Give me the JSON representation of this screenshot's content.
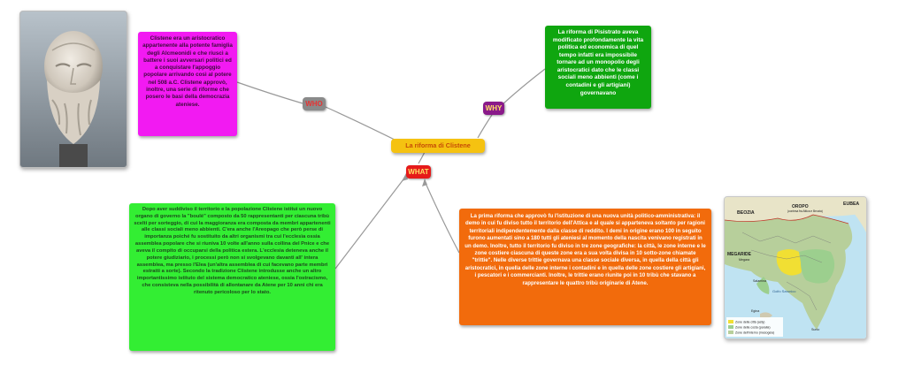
{
  "center": {
    "label": "La riforma di Clistene"
  },
  "tags": {
    "who": "WHO",
    "why": "WHY",
    "what": "WHAT"
  },
  "who_text": "Clistene era un aristocratico appartenente alla potente famiglia degli Alcmeonidi e che riuscì a battere i suoi avversari politici ed a conquistare l'appoggio popolare arrivando così al potere nel 508 a.C. Clistene approvò, inoltre, una serie di riforme che posero le basi della democrazia ateniese.",
  "why_text": "La riforma di Pisistrato aveva modificato profondamente la vita politica ed economica di quel tempo infatti era impossibile tornare ad un monopolio degli aristocratici dato che le classi sociali meno abbienti (come i contadini e gli artigiani) governavano",
  "what_left_text": "Dopo aver suddiviso il territorio e la popolazione Clistene istituì un nuovo organo di governo la \"boulè\" composto da 50 rappresentanti per ciascuna tribù scelti per sorteggio, di cui la maggioranza era composta da membri appartenenti alle classi sociali meno abbienti. C'era anche l'Areopago che però perse di importanza poiché fu sostituito da altri organismi tra cui l'ecclesìa ossia assemblea popolare che si riuniva 10 volte all'anno sulla collina del Pnice e che aveva il compito di occuparsi della politica estera. L'ecclesìa deteneva anche il potere giudiziario, i processi però non si svolgevano davanti all' intera assemblea, ma presso l'Elea (un'altra assemblea di cui facevano parte membri estratti a sorte). Secondo la tradizione Clistene introdusse anche un altro importantissimo istituto del sistema democratico ateniese, ossia l'ostracismo, che consisteva nella possibilità di allontanare da Atene per 10 anni chi era ritenuto pericoloso per lo stato.",
  "what_right_text": "La prima riforma che approvò fu l'istituzione di una nuova unità politico-amministrativa: il demo in cui fu diviso tutto il territorio dell'Attica e al quale si apparteneva soltanto per ragioni territoriali indipendentemente dalla classe di reddito. I demi in origine erano 100 in seguito furono aumentati sino a 180 tutti gli ateniesi al momento della nascita venivano registrati in un demo. Inoltre, tutto il territorio fu diviso in tre zone geografiche: la città, le zone interne e le zone costiere ciascuna di queste zone era a sua volta divisa in 10 sotto-zone chiamate \"trittie\". Nelle diverse trittie governava una classe sociale diversa, in quella della città gli aristocratici, in quella delle zone interne i contadini e in quella delle zone costiere gli artigiani, i pescatori e i commercianti. Inoltre, le trittie erano riunite poi in 10 tribù che stavano a rappresentare le quattro tribù originarie di Atene.",
  "map": {
    "labels": {
      "beozia": "BEOZIA",
      "oropo": "OROPO",
      "oropo_sub": "(contesa fra Attica e Beozia)",
      "eubea": "EUBEA",
      "megaride": "MEGARIDE",
      "megara": "Megara",
      "salamina": "Salamina",
      "golfo": "Golfo Saronico",
      "egina": "Egina",
      "sunio": "Sunio"
    },
    "legend": [
      "Zone della città (asty)",
      "Zone della costa (paralia)",
      "Zone dell'interno (mesogeia)"
    ]
  },
  "colors": {
    "magenta": "#f21af2",
    "green": "#0fa60f",
    "lime": "#33ee33",
    "orange": "#f26b0c",
    "yellow": "#f5c211",
    "gray": "#8a8a8a",
    "purple": "#8a1a8a",
    "red": "#e61a1a"
  }
}
